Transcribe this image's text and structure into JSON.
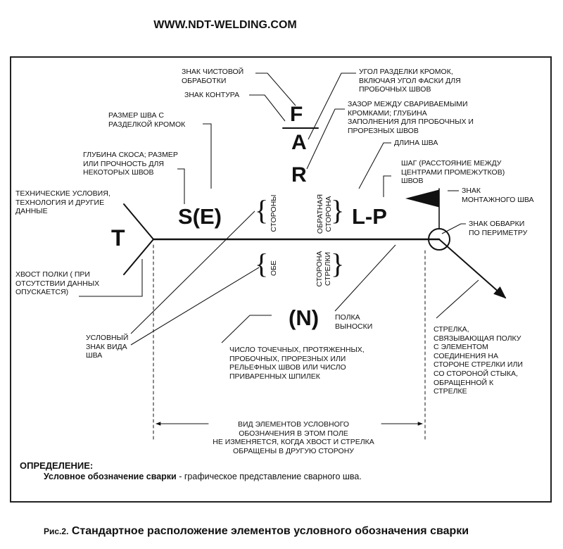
{
  "header": {
    "site_url": "WWW.NDT-WELDING.COM"
  },
  "symbols": {
    "finish": "F",
    "groove_angle": "A",
    "root_opening": "R",
    "size": "S(E)",
    "tail_note": "T",
    "length_pitch": "L-P",
    "number": "(N)"
  },
  "side_labels": {
    "both_sides_top": "СТОРОНЫ",
    "both_sides_bottom": "ОБЕ",
    "other_side": "ОБРАТНАЯ\nСТОРОНА",
    "arrow_side": "СТОРОНА\nСТРЕЛКИ"
  },
  "callouts": {
    "finish_symbol": "ЗНАК ЧИСТОВОЙ\nОБРАБОТКИ",
    "contour_symbol": "ЗНАК КОНТУРА",
    "groove_angle": "УГОЛ РАЗДЕЛКИ КРОМОК,\nВКЛЮЧАЯ УГОЛ ФАСКИ ДЛЯ\nПРОБОЧНЫХ ШВОВ",
    "root_opening": "ЗАЗОР МЕЖДУ СВАРИВАЕМЫМИ\nКРОМКАМИ; ГЛУБИНА\nЗАПОЛНЕНИЯ ДЛЯ ПРОБОЧНЫХ И\nПРОРЕЗНЫХ ШВОВ",
    "groove_weld_size": "РАЗМЕР ШВА С\nРАЗДЕЛКОЙ КРОМОК",
    "weld_length": "ДЛИНА ШВА",
    "bevel_depth": "ГЛУБИНА СКОСА; РАЗМЕР\nИЛИ ПРОЧНОСТЬ ДЛЯ\nНЕКОТОРЫХ ШВОВ",
    "pitch": "ШАГ (РАССТОЯНИЕ МЕЖДУ\nЦЕНТРАМИ ПРОМЕЖУТКОВ)\nШВОВ",
    "specification": "ТЕХНИЧЕСКИЕ УСЛОВИЯ,\nТЕХНОЛОГИЯ И ДРУГИЕ\nДАННЫЕ",
    "field_weld": "ЗНАК\nМОНТАЖНОГО ШВА",
    "weld_all_around": "ЗНАК ОБВАРКИ\nПО ПЕРИМЕТРУ",
    "tail": "ХВОСТ ПОЛКИ ( ПРИ\nОТСУТСТВИИ ДАННЫХ\nОПУСКАЕТСЯ)",
    "reference_line": "ПОЛКА\nВЫНОСКИ",
    "weld_symbol": "УСЛОВНЫЙ\nЗНАК ВИДА\nШВА",
    "arrow": "СТРЕЛКА,\nСВЯЗЫВАЮЩАЯ ПОЛКУ\nС ЭЛЕМЕНТОМ\nСОЕДИНЕНИЯ НА\nСТОРОНЕ СТРЕЛКИ ИЛИ\nСО СТОРОНОЙ СТЫКА,\nОБРАЩЕННОЙ К\nСТРЕЛКЕ",
    "number_of_welds": "ЧИСЛО ТОЧЕЧНЫХ, ПРОТЯЖЕННЫХ,\nПРОБОЧНЫХ, ПРОРЕЗНЫХ ИЛИ\nРЕЛЬЕФНЫХ ШВОВ ИЛИ ЧИСЛО\nПРИВАРЕННЫХ ШПИЛЕК",
    "field_note": "ВИД ЭЛЕМЕНТОВ УСЛОВНОГО\nОБОЗНАЧЕНИЯ В ЭТОМ ПОЛЕ\nНЕ ИЗМЕНЯЕТСЯ, КОГДА ХВОСТ И СТРЕЛКА\nОБРАЩЕНЫ В ДРУГУЮ СТОРОНУ"
  },
  "definition": {
    "title": "ОПРЕДЕЛЕНИЕ:",
    "term": "Условное обозначение сварки",
    "text": " - графическое представление сварного шва."
  },
  "caption": {
    "number": "Рис.2.",
    "text": " Стандартное расположение элементов условного обозначения сварки"
  }
}
